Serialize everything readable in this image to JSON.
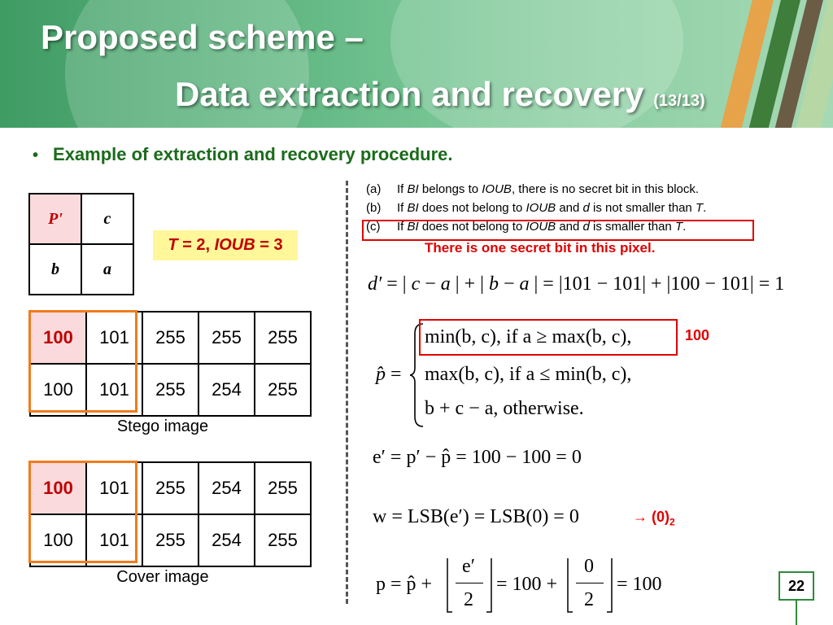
{
  "title": {
    "line1": "Proposed scheme –",
    "line2": "Data extraction and recovery",
    "suffix": "(13/13)"
  },
  "bullet": "Example of extraction and recovery procedure.",
  "pixel_grid": [
    [
      "P'",
      "c"
    ],
    [
      "b",
      "a"
    ]
  ],
  "params": {
    "t_label": "T",
    "t_eq": " = 2, ",
    "ioub_label": "IOUB",
    "ioub_eq": " = 3"
  },
  "stego": {
    "caption": "Stego image",
    "rows": [
      [
        "100",
        "101",
        "255",
        "255",
        "255"
      ],
      [
        "100",
        "101",
        "255",
        "254",
        "255"
      ]
    ]
  },
  "cover": {
    "caption": "Cover image",
    "rows": [
      [
        "100",
        "101",
        "255",
        "254",
        "255"
      ],
      [
        "100",
        "101",
        "255",
        "254",
        "255"
      ]
    ]
  },
  "cases": [
    {
      "label": "(a)",
      "t1": "If ",
      "bi": "BI",
      "t2": " belongs to ",
      "ioub": "IOUB",
      "t3": ", there is no secret bit in this block."
    },
    {
      "label": "(b)",
      "t1": "If ",
      "bi": "BI",
      "t2": " does not belong to ",
      "ioub": "IOUB",
      "t3": " and ",
      "d": "d",
      "t4": " is not smaller than ",
      "T": "T",
      "t5": "."
    },
    {
      "label": "(c)",
      "t1": "If ",
      "bi": "BI",
      "t2": " does not belong to ",
      "ioub": "IOUB",
      "t3": " and ",
      "d": "d",
      "t4": " is smaller than ",
      "T": "T",
      "t5": "."
    }
  ],
  "note": "There is one secret bit in this pixel.",
  "equations": {
    "d": {
      "lhs": "d′",
      "c": "c",
      "a": "a",
      "b": "b",
      "rhs": "101 − 101",
      "rhs2": "100 − 101",
      "result": "1"
    },
    "phat": {
      "lhs": "p̂",
      "case1": "min(b, c),  if  a ≥ max(b, c),",
      "case2": "max(b, c), if  a ≤ min(b, c),",
      "case3": "b + c − a, otherwise."
    },
    "e": "e′ = p′ − p̂ = 100 − 100 = 0",
    "w": "w = LSB(e′) = LSB(0) = 0",
    "p": {
      "lhs": "p = p̂ +",
      "frac1_num": "e′",
      "frac1_den": "2",
      "mid": "= 100 +",
      "frac2_num": "0",
      "frac2_den": "2",
      "result": "= 100"
    }
  },
  "annotation_100": "100",
  "result_arrow": "→",
  "result_bits": "(0)",
  "result_base": "2",
  "slide_number": "22"
}
